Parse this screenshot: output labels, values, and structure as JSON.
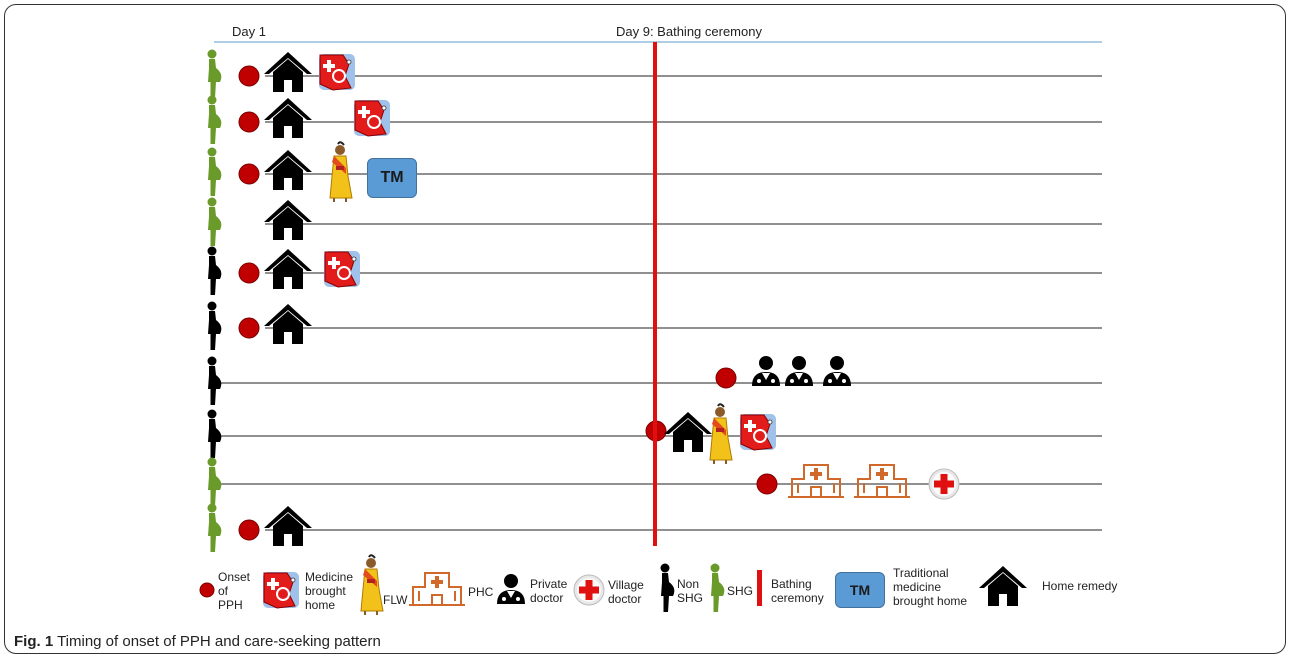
{
  "header": {
    "day1": "Day 1",
    "day9": "Day 9: Bathing ceremony"
  },
  "rows": [
    {
      "group": "SHG",
      "items": [
        "onset",
        "home",
        "medicine"
      ]
    },
    {
      "group": "SHG",
      "items": [
        "onset",
        "home",
        "medicine"
      ]
    },
    {
      "group": "SHG",
      "items": [
        "onset",
        "home",
        "flw",
        "tm"
      ]
    },
    {
      "group": "SHG",
      "items": [
        "home"
      ]
    },
    {
      "group": "Non SHG",
      "items": [
        "onset",
        "home",
        "medicine"
      ]
    },
    {
      "group": "Non SHG",
      "items": [
        "onset",
        "home"
      ]
    },
    {
      "group": "Non SHG",
      "items": [
        "onset",
        "private-doctor",
        "private-doctor",
        "private-doctor"
      ]
    },
    {
      "group": "Non SHG",
      "items": [
        "onset",
        "home",
        "flw",
        "medicine"
      ]
    },
    {
      "group": "SHG",
      "items": [
        "onset",
        "phc",
        "phc",
        "village-doctor"
      ]
    },
    {
      "group": "SHG",
      "items": [
        "onset",
        "home"
      ]
    }
  ],
  "tm_label": "TM",
  "legend": {
    "onset": "Onset\nof\nPPH",
    "medicine": "Medicine\nbrought\nhome",
    "flw": "FLW",
    "phc": "PHC",
    "private_doctor": "Private\ndoctor",
    "village_doctor": "Village\ndoctor",
    "non_shg": "Non\nSHG",
    "shg": "SHG",
    "bathing": "Bathing\nceremony",
    "tm_badge": "TM",
    "tm": "Traditional\nmedicine\nbrought home",
    "home": "Home remedy"
  },
  "caption": {
    "label": "Fig. 1",
    "text": " Timing of onset of PPH and care-seeking pattern"
  },
  "colors": {
    "shg": "#6a9a2a",
    "non_shg": "#000000",
    "onset": "#c00000",
    "bathing": "#e01010",
    "phc": "#d0692a",
    "header_line": "#7fb0d8",
    "tm": "#5b9bd5"
  }
}
